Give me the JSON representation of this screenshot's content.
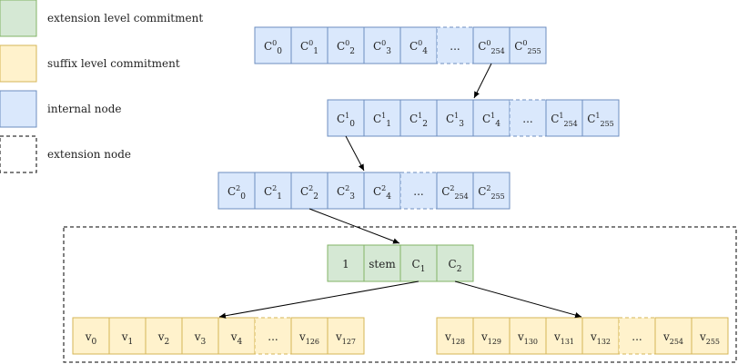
{
  "colors": {
    "green_fill": "#d5e8d4",
    "green_stroke": "#82b366",
    "yellow_fill": "#fff2cc",
    "yellow_stroke": "#d6b656",
    "blue_fill": "#dae8fc",
    "blue_stroke": "#6c8ebf",
    "line": "#000000"
  },
  "legend": [
    {
      "label": "extension level commitment",
      "style": "green"
    },
    {
      "label": "suffix level commitment",
      "style": "yellow"
    },
    {
      "label": "internal node",
      "style": "blue"
    },
    {
      "label": "extension node",
      "style": "dashed"
    }
  ],
  "rows": {
    "c0": {
      "style": "blue",
      "cells": [
        {
          "base": "C",
          "sup": "0",
          "sub": "0"
        },
        {
          "base": "C",
          "sup": "0",
          "sub": "1"
        },
        {
          "base": "C",
          "sup": "0",
          "sub": "2"
        },
        {
          "base": "C",
          "sup": "0",
          "sub": "3"
        },
        {
          "base": "C",
          "sup": "0",
          "sub": "4"
        },
        {
          "base": "...",
          "dashed": true
        },
        {
          "base": "C",
          "sup": "0",
          "sub": "254"
        },
        {
          "base": "C",
          "sup": "0",
          "sub": "255"
        }
      ]
    },
    "c1": {
      "style": "blue",
      "cells": [
        {
          "base": "C",
          "sup": "1",
          "sub": "0"
        },
        {
          "base": "C",
          "sup": "1",
          "sub": "1"
        },
        {
          "base": "C",
          "sup": "1",
          "sub": "2"
        },
        {
          "base": "C",
          "sup": "1",
          "sub": "3"
        },
        {
          "base": "C",
          "sup": "1",
          "sub": "4"
        },
        {
          "base": "...",
          "dashed": true
        },
        {
          "base": "C",
          "sup": "1",
          "sub": "254"
        },
        {
          "base": "C",
          "sup": "1",
          "sub": "255"
        }
      ]
    },
    "c2": {
      "style": "blue",
      "cells": [
        {
          "base": "C",
          "sup": "2",
          "sub": "0"
        },
        {
          "base": "C",
          "sup": "2",
          "sub": "1"
        },
        {
          "base": "C",
          "sup": "2",
          "sub": "2"
        },
        {
          "base": "C",
          "sup": "2",
          "sub": "3"
        },
        {
          "base": "C",
          "sup": "2",
          "sub": "4"
        },
        {
          "base": "...",
          "dashed": true
        },
        {
          "base": "C",
          "sup": "2",
          "sub": "254"
        },
        {
          "base": "C",
          "sup": "2",
          "sub": "255"
        }
      ]
    },
    "ext": {
      "style": "green",
      "cells": [
        {
          "base": "1"
        },
        {
          "base": "stem"
        },
        {
          "base": "C",
          "sub": "1"
        },
        {
          "base": "C",
          "sub": "2"
        }
      ]
    },
    "v_low": {
      "style": "yellow",
      "cells": [
        {
          "base": "v",
          "sub": "0"
        },
        {
          "base": "v",
          "sub": "1"
        },
        {
          "base": "v",
          "sub": "2"
        },
        {
          "base": "v",
          "sub": "3"
        },
        {
          "base": "v",
          "sub": "4"
        },
        {
          "base": "...",
          "dashed": true
        },
        {
          "base": "v",
          "sub": "126"
        },
        {
          "base": "v",
          "sub": "127"
        }
      ]
    },
    "v_high": {
      "style": "yellow",
      "cells": [
        {
          "base": "v",
          "sub": "128"
        },
        {
          "base": "v",
          "sub": "129"
        },
        {
          "base": "v",
          "sub": "130"
        },
        {
          "base": "v",
          "sub": "131"
        },
        {
          "base": "v",
          "sub": "132"
        },
        {
          "base": "...",
          "dashed": true
        },
        {
          "base": "v",
          "sub": "254"
        },
        {
          "base": "v",
          "sub": "255"
        }
      ]
    }
  }
}
